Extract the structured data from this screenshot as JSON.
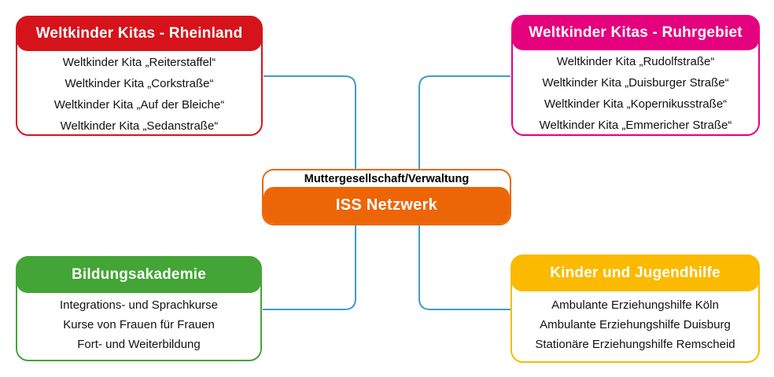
{
  "diagram": {
    "background_color": "#FFFFFF",
    "connector_color": "#3D9DCD",
    "center_node": {
      "subtitle": "Muttergesellschaft/Verwaltung",
      "title": "ISS Netzwerk",
      "color": "#EC6608"
    },
    "nodes": [
      {
        "id": "weltkinder-kitas-rheinland",
        "title": "Weltkinder Kitas - Rheinland",
        "color": "#D6131B",
        "position": "top-left",
        "items": [
          "Weltkinder Kita „Reiterstaffel“",
          "Weltkinder Kita „Corkstraße“",
          "Weltkinder Kita „Auf der Bleiche“",
          "Weltkinder Kita „Sedanstraße“"
        ]
      },
      {
        "id": "weltkinder-kitas-ruhrgebiet",
        "title": "Weltkinder Kitas - Ruhrgebiet",
        "color": "#E5007D",
        "position": "top-right",
        "items": [
          "Weltkinder Kita „Rudolfstraße“",
          "Weltkinder Kita „Duisburger Straße“",
          "Weltkinder Kita „Kopernikusstraße“",
          "Weltkinder Kita „Emmericher Straße“"
        ]
      },
      {
        "id": "bildungsakademie",
        "title": "Bildungsakademie",
        "color": "#43A536",
        "position": "bottom-left",
        "items": [
          "Integrations- und Sprachkurse",
          "Kurse von Frauen für Frauen",
          "Fort- und Weiterbildung"
        ]
      },
      {
        "id": "kinder-und-jugendhilfe",
        "title": "Kinder und Jugendhilfe",
        "color": "#FBBA00",
        "position": "bottom-right",
        "items": [
          "Ambulante Erziehungshilfe Köln",
          "Ambulante Erziehungshilfe Duisburg",
          "Stationäre Erziehungshilfe Remscheid"
        ]
      }
    ]
  }
}
